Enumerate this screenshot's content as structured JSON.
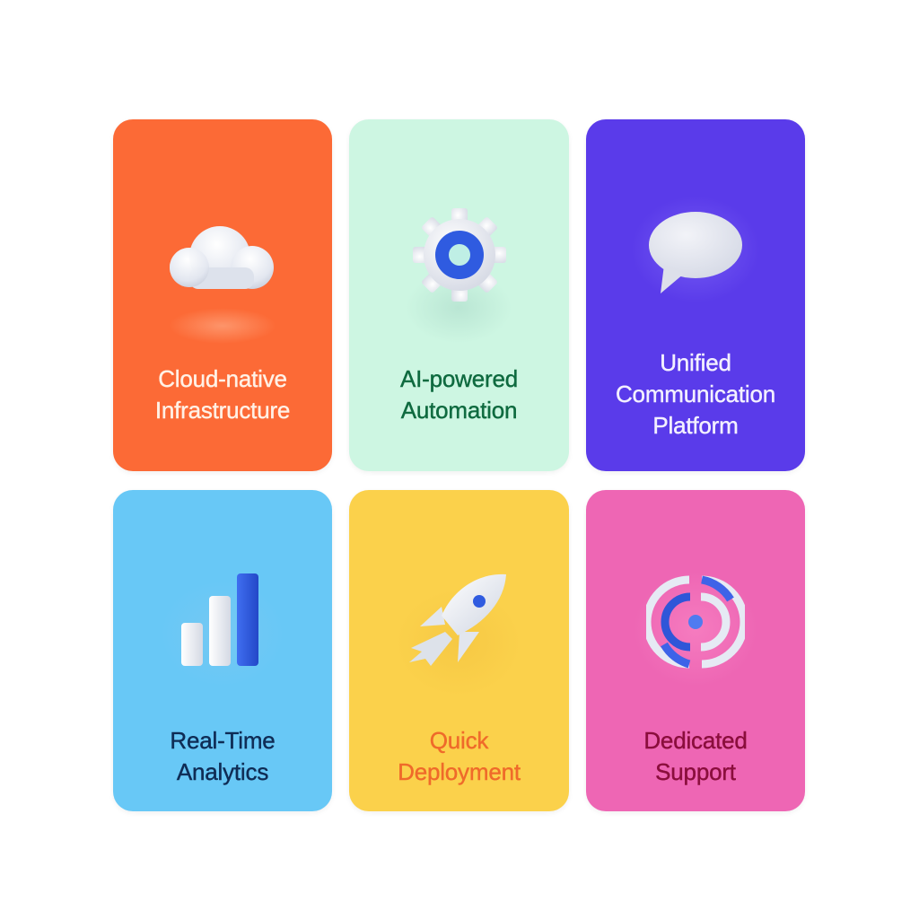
{
  "cards": [
    {
      "id": "cloud",
      "lines": [
        "Cloud-native",
        "Infrastructure"
      ],
      "icon": "cloud-icon",
      "bg": "#FC6A36",
      "text_color": "#FFF1E6"
    },
    {
      "id": "ai",
      "lines": [
        "AI-powered",
        "Automation"
      ],
      "icon": "gear-icon",
      "bg": "#CDF6E2",
      "text_color": "#0E6A3F"
    },
    {
      "id": "communication",
      "lines": [
        "Unified",
        "Communication",
        "Platform"
      ],
      "icon": "chat-bubble-icon",
      "bg": "#5A3BEA",
      "text_color": "#F3F0FF"
    },
    {
      "id": "analytics",
      "lines": [
        "Real-Time",
        "Analytics"
      ],
      "icon": "bar-chart-icon",
      "bg": "#68C8F6",
      "text_color": "#0F2C55"
    },
    {
      "id": "deployment",
      "lines": [
        "Quick",
        "Deployment"
      ],
      "icon": "rocket-icon",
      "bg": "#FBD14B",
      "text_color": "#EF6A2A"
    },
    {
      "id": "support",
      "lines": [
        "Dedicated",
        "Support"
      ],
      "icon": "signal-broadcast-icon",
      "bg": "#EE66B4",
      "text_color": "#8A0E3C"
    }
  ],
  "accent_blue": "#2F5BE0",
  "icon_white": "#E8ECF4"
}
